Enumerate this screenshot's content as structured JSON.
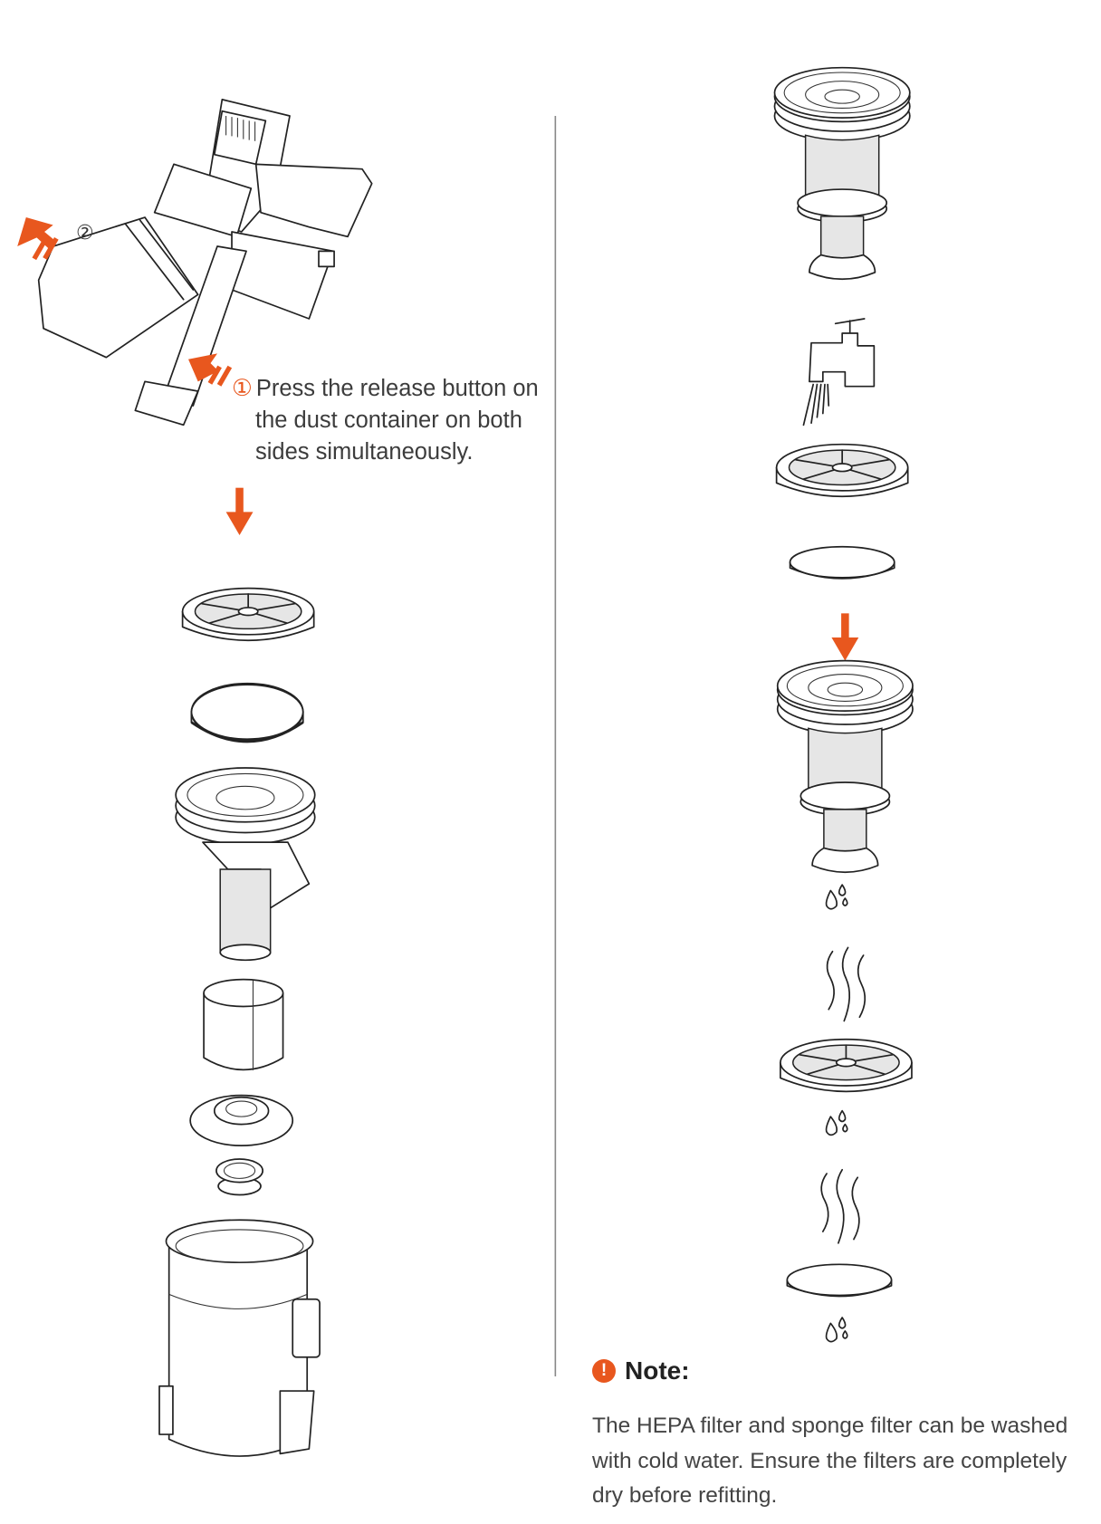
{
  "left": {
    "step1_number": "①",
    "step1_lines": [
      "Press the release button on",
      "the dust container on both",
      "sides simultaneously."
    ],
    "step2_number": "②"
  },
  "note": {
    "icon": "exclamation-circle-icon",
    "icon_glyph": "!",
    "title": "Note:",
    "lines": [
      "The HEPA filter and sponge filter can be washed",
      "with cold water. Ensure the filters are completely",
      "dry before refitting."
    ]
  },
  "colors": {
    "accent": "#e8571e",
    "line": "#222222",
    "divider": "#888888"
  }
}
